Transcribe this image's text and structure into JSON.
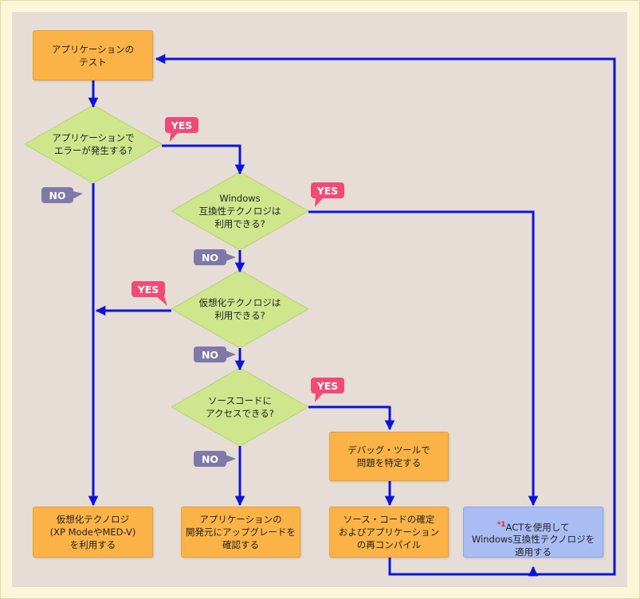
{
  "colors": {
    "arrow": "#0b14dd",
    "diamond_fill": "#cfe68d",
    "diamond_stroke": "#b9d27a",
    "process_fill": "#fbb347",
    "blue_fill": "#a9bdf4",
    "yes_tag": "#f24a78",
    "no_tag": "#7f78a8"
  },
  "nodes": {
    "start": "アプリケーションの\nテスト",
    "q_error": "アプリケーションで\nエラーが発生する?",
    "q_compat": "Windows\n互換性テクノロジは\n利用できる?",
    "q_virtual": "仮想化テクノロジは\n利用できる?",
    "q_source": "ソースコードに\nアクセスできる?",
    "debug": "デバッグ・ツールで\n問題を特定する",
    "virtualize": "仮想化テクノロジ\n(XP ModeやMED-V)\nを利用する",
    "upgrade": "アプリケーションの\n開発元にアップグレードを\n確認する",
    "recompile": "ソース・コードの確定\nおよびアプリケーション\nの再コンパイル",
    "act_mark": "*1",
    "act": "ACTを使用して\nWindows互換性テクノロジを\n適用する"
  },
  "tags": {
    "yes": "YES",
    "no": "NO"
  }
}
